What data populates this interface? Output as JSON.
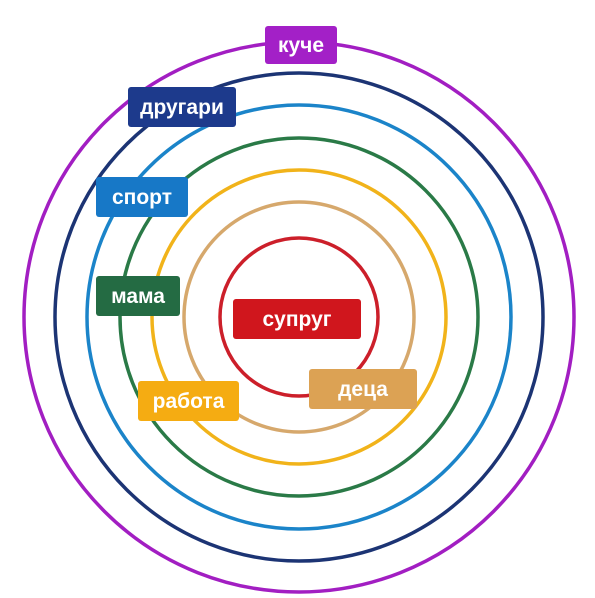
{
  "diagram": {
    "rings": [
      {
        "label": "супруг",
        "color": "#cc1f2a",
        "label_color": "#d0161d"
      },
      {
        "label": "деца",
        "color": "#d6a86c",
        "label_color": "#dca254"
      },
      {
        "label": "работа",
        "color": "#f1b31a",
        "label_color": "#f5ac12"
      },
      {
        "label": "мама",
        "color": "#2a7a47",
        "label_color": "#246b43"
      },
      {
        "label": "спорт",
        "color": "#1b84c9",
        "label_color": "#1778c7"
      },
      {
        "label": "другари",
        "color": "#1c3474",
        "label_color": "#1d3a8c"
      },
      {
        "label": "куче",
        "color": "#a21ec2",
        "label_color": "#a320c7"
      }
    ]
  }
}
